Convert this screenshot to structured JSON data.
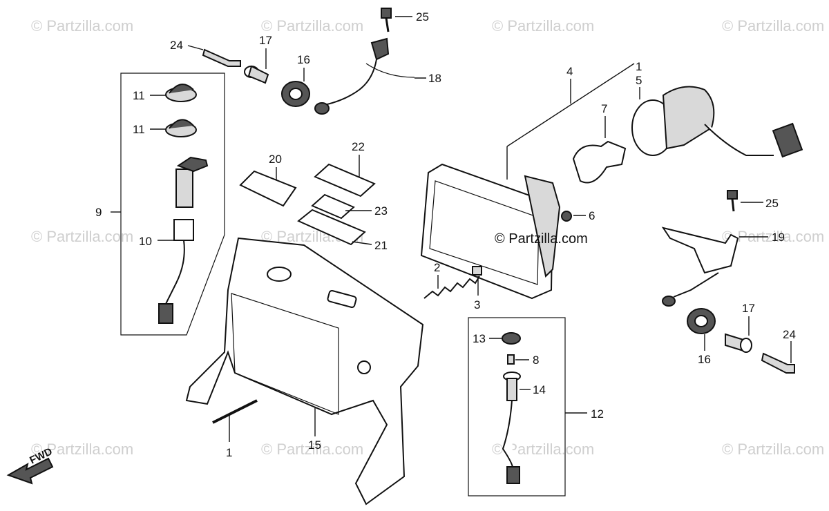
{
  "watermarks": [
    "© Partzilla.com",
    "© Partzilla.com",
    "© Partzilla.com",
    "© Partzilla.com",
    "© Partzilla.com",
    "© Partzilla.com",
    "© Partzilla.com",
    "© Partzilla.com",
    "© Partzilla.com",
    "© Partzilla.com",
    "© Partzilla.com",
    "© Partzilla.com"
  ],
  "center_watermark": "© Partzilla.com",
  "direction_label": "FWD",
  "callouts": {
    "c1a": "1",
    "c1b": "1",
    "c2": "2",
    "c3": "3",
    "c4": "4",
    "c5": "5",
    "c6": "6",
    "c7": "7",
    "c8": "8",
    "c9": "9",
    "c10": "10",
    "c11a": "11",
    "c11b": "11",
    "c12": "12",
    "c13": "13",
    "c14": "14",
    "c15": "15",
    "c16a": "16",
    "c16b": "16",
    "c17a": "17",
    "c17b": "17",
    "c18": "18",
    "c19": "19",
    "c20": "20",
    "c21": "21",
    "c22": "22",
    "c23": "23",
    "c24a": "24",
    "c24b": "24",
    "c25a": "25",
    "c25b": "25"
  }
}
